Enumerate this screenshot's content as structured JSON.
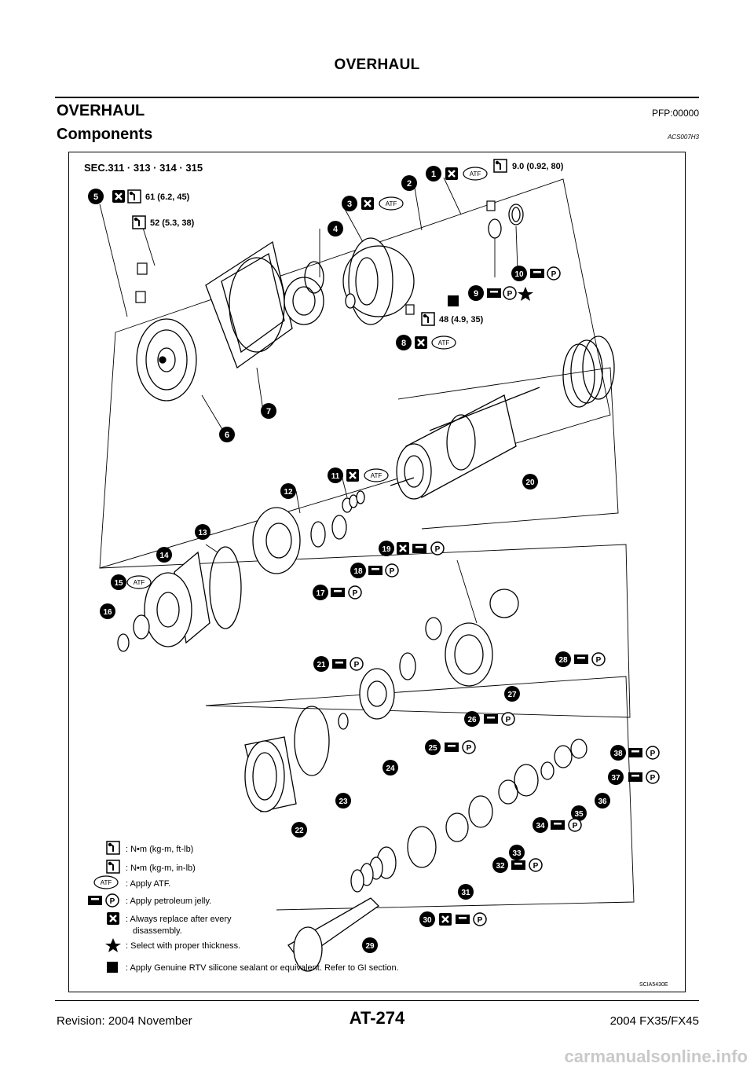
{
  "header": {
    "title": "OVERHAUL"
  },
  "section": {
    "title": "OVERHAUL",
    "code": "PFP:00000"
  },
  "subsection": {
    "title": "Components",
    "code": "ACS007H3"
  },
  "figure": {
    "sec": "SEC.311 · 313 · 314 · 315",
    "torques": {
      "t1": "9.0  (0.92,  80)",
      "t5": "61  (6.2,  45)",
      "t52": "52  (5.3,  38)",
      "t48": "48  (4.9,  35)"
    },
    "atf": "ATF",
    "p": "P",
    "parts": [
      "1",
      "2",
      "3",
      "4",
      "5",
      "6",
      "7",
      "8",
      "9",
      "10",
      "11",
      "12",
      "13",
      "14",
      "15",
      "16",
      "17",
      "18",
      "19",
      "20",
      "21",
      "22",
      "23",
      "24",
      "25",
      "26",
      "27",
      "28",
      "29",
      "30",
      "31",
      "32",
      "33",
      "34",
      "35",
      "36",
      "37",
      "38"
    ],
    "legend": {
      "nm_ftlb": ": N•m  (kg-m,   ft-lb)",
      "nm_inlb": ": N•m  (kg-m,   in-lb)",
      "apply_atf": ": Apply ATF.",
      "apply_jelly": ": Apply petroleum jelly.",
      "replace_1": ": Always replace after every",
      "replace_2": "disassembly.",
      "select": ": Select with proper thickness.",
      "sealant": ":  Apply Genuine RTV silicone sealant or equivalent. Refer to GI section."
    },
    "figure_id": "SCIA5430E"
  },
  "footer": {
    "revision": "Revision: 2004 November",
    "page": "AT-274",
    "model": "2004 FX35/FX45"
  },
  "watermark": "carmanualsonline.info"
}
